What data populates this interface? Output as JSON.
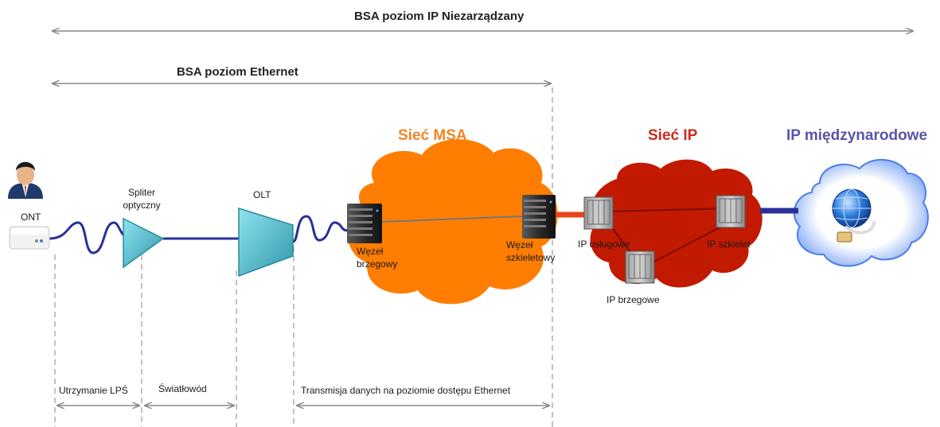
{
  "top_range": {
    "label": "BSA poziom IP Niezarządzany"
  },
  "ethernet_range": {
    "label": "BSA poziom Ethernet"
  },
  "networks": {
    "msa": {
      "label": "Sieć MSA",
      "color": "#f28522"
    },
    "ip": {
      "label": "Sieć IP",
      "color": "#cc2a1f"
    },
    "intl": {
      "label": "IP międzynarodowe",
      "color": "#5a54a8"
    }
  },
  "devices": {
    "ont": "ONT",
    "splitter_line1": "Spliter",
    "splitter_line2": "optyczny",
    "olt": "OLT",
    "edge_node_line1": "Węzeł",
    "edge_node_line2": "brzegowy",
    "core_node_line1": "Węzeł",
    "core_node_line2": "szkieletowy",
    "ip_service": "IP usługowe",
    "ip_core": "IP szkielet",
    "ip_edge": "IP brzegowe"
  },
  "bottom_ranges": {
    "maintenance": "Utrzymanie LPŚ",
    "fiber": "Światłowód",
    "transmission": "Transmisja danych na poziomie dostępu Ethernet"
  },
  "colors": {
    "arrow": "#8a8a8a",
    "cable": "#2a2f9a",
    "splitter": "#4db8c8",
    "msa_cloud": "#ff7d00",
    "ip_cloud": "#c21a00",
    "intl_cloud": "#8eb8ff"
  },
  "icons": [
    "user-icon",
    "ont-router-icon",
    "splitter-triangle-icon",
    "olt-trapezoid-icon",
    "server-icon",
    "router-chassis-icon",
    "globe-icon"
  ]
}
